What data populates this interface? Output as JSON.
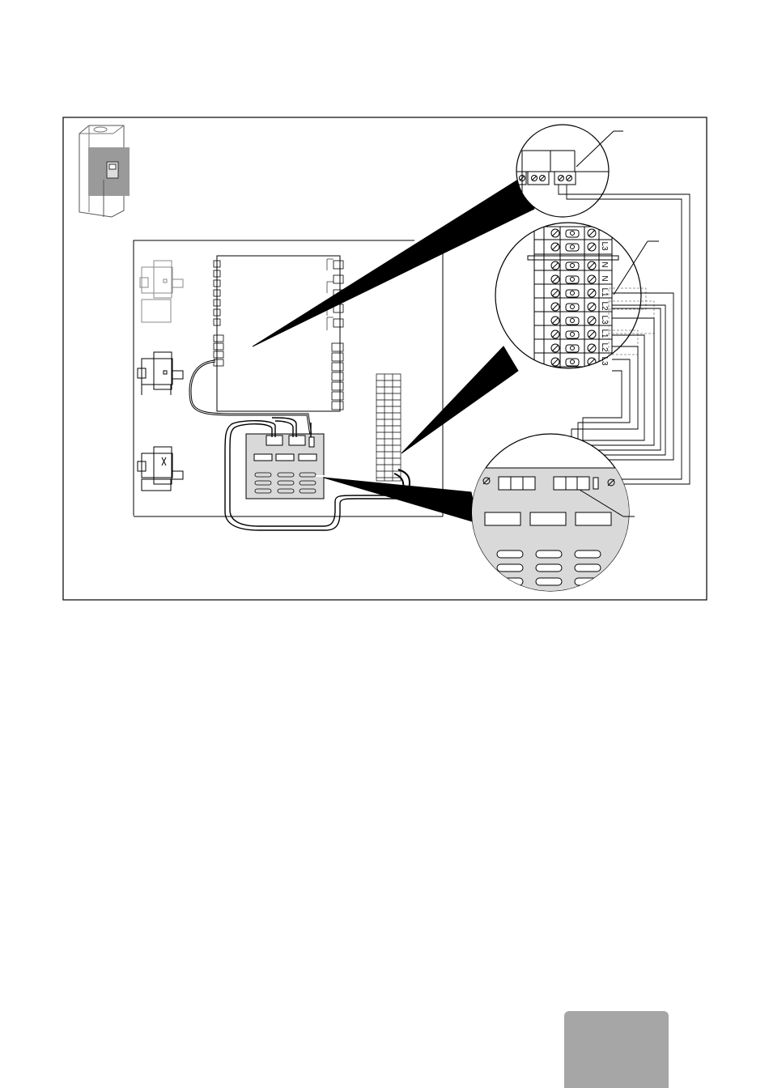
{
  "figure": {
    "terminal_block_labels": [
      "L3",
      "N",
      "N",
      "L1",
      "L2",
      "L3",
      "L1",
      "L2",
      "L3"
    ],
    "colors": {
      "line": "#000000",
      "highlight": "#9a9a9a",
      "board_fill": "#d9d9d9",
      "zoom_fill": "#000000",
      "page_tab": "#a6a6a6"
    }
  }
}
